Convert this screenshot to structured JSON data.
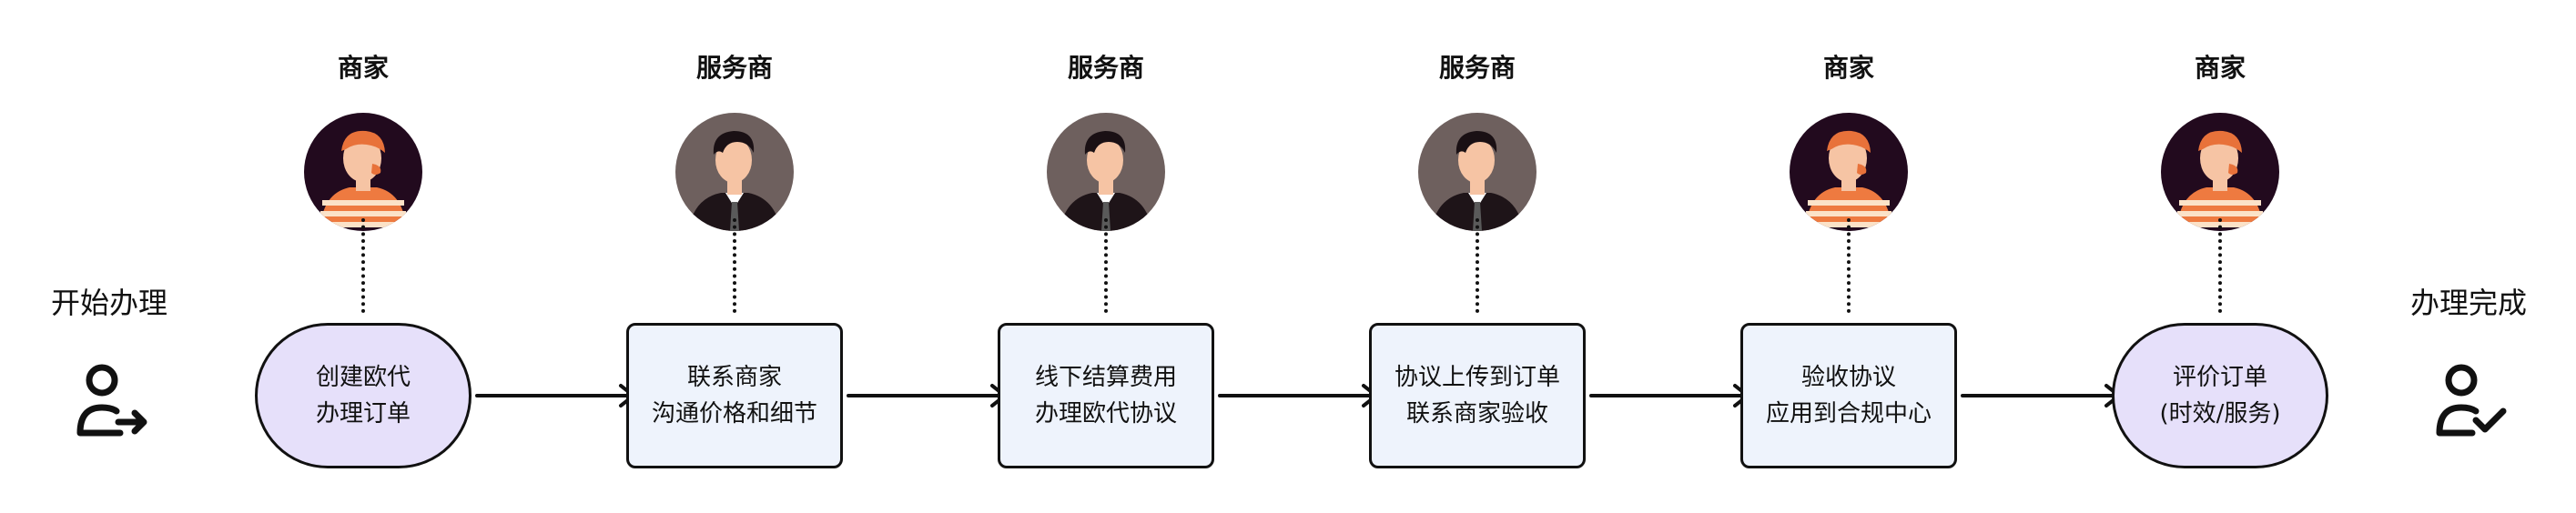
{
  "start": {
    "label": "开始办理",
    "icon": "user-arrow-icon"
  },
  "end": {
    "label": "办理完成",
    "icon": "user-check-icon"
  },
  "colors": {
    "step_fill": "#eef3fc",
    "terminal_fill": "#e6e0fa",
    "merchant_bg": "#220a1e",
    "provider_bg": "#6e605e",
    "stroke": "#111111"
  },
  "steps": [
    {
      "actor": "商家",
      "actor_type": "merchant",
      "shape": "terminal",
      "line1": "创建欧代",
      "line2": "办理订单"
    },
    {
      "actor": "服务商",
      "actor_type": "provider",
      "shape": "process",
      "line1": "联系商家",
      "line2": "沟通价格和细节"
    },
    {
      "actor": "服务商",
      "actor_type": "provider",
      "shape": "process",
      "line1": "线下结算费用",
      "line2": "办理欧代协议"
    },
    {
      "actor": "服务商",
      "actor_type": "provider",
      "shape": "process",
      "line1": "协议上传到订单",
      "line2": "联系商家验收"
    },
    {
      "actor": "商家",
      "actor_type": "merchant",
      "shape": "process",
      "line1": "验收协议",
      "line2": "应用到合规中心"
    },
    {
      "actor": "商家",
      "actor_type": "merchant",
      "shape": "terminal",
      "line1": "评价订单",
      "line2": "(时效/服务)"
    }
  ]
}
